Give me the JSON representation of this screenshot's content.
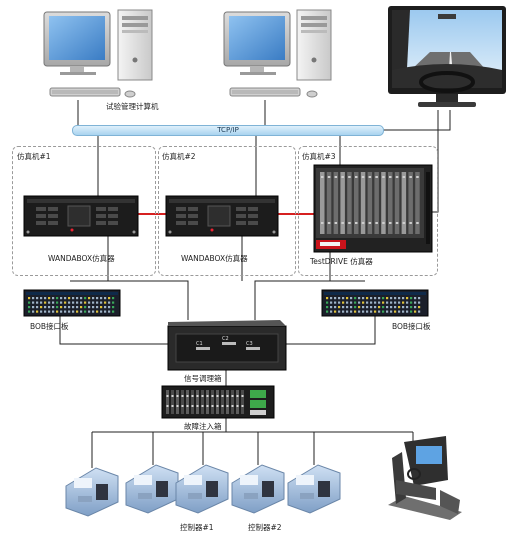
{
  "labels": {
    "test_pc": "试验管理计算机",
    "tcpip": "TCP/IP",
    "sim1_title": "仿真机#1",
    "sim2_title": "仿真机#2",
    "sim3_title": "仿真机#3",
    "wandabox1": "WANDABOX仿真器",
    "wandabox2": "WANDABOX仿真器",
    "testdrive": "TestDRIVE 仿真器",
    "bob_left": "BOB接口板",
    "bob_right": "BOB接口板",
    "signal_box": "信号调理箱",
    "fault_box": "故障注入箱",
    "controller1": "控制器#1",
    "controller2": "控制器#2",
    "testdrive_brand": "TestDRIVE",
    "signal_ports": [
      "C1",
      "C2",
      "C3"
    ]
  },
  "colors": {
    "bus_fill": "#bfe0f5",
    "red_link": "#d62020",
    "line": "#222222",
    "dashed_frame": "#9a9a9a",
    "server_dark": "#1c1c1c",
    "screen_blue": "#5aa0e0"
  },
  "icons": [
    "desktop-computer-icon",
    "driving-simulator-monitor-icon",
    "rack-server-icon",
    "interface-board-icon",
    "signal-box-icon",
    "fault-injection-box-icon",
    "ecu-controller-icon",
    "driving-seat-icon"
  ]
}
